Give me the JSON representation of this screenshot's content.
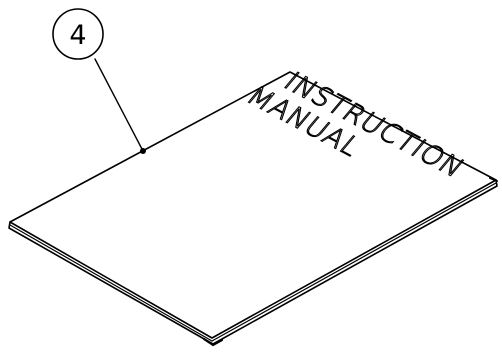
{
  "callout": {
    "number": "4"
  },
  "manual": {
    "title_line1": "INSTRUCTION",
    "title_line2": "MANUAL"
  },
  "colors": {
    "ink": "#000000",
    "paper": "#ffffff"
  }
}
